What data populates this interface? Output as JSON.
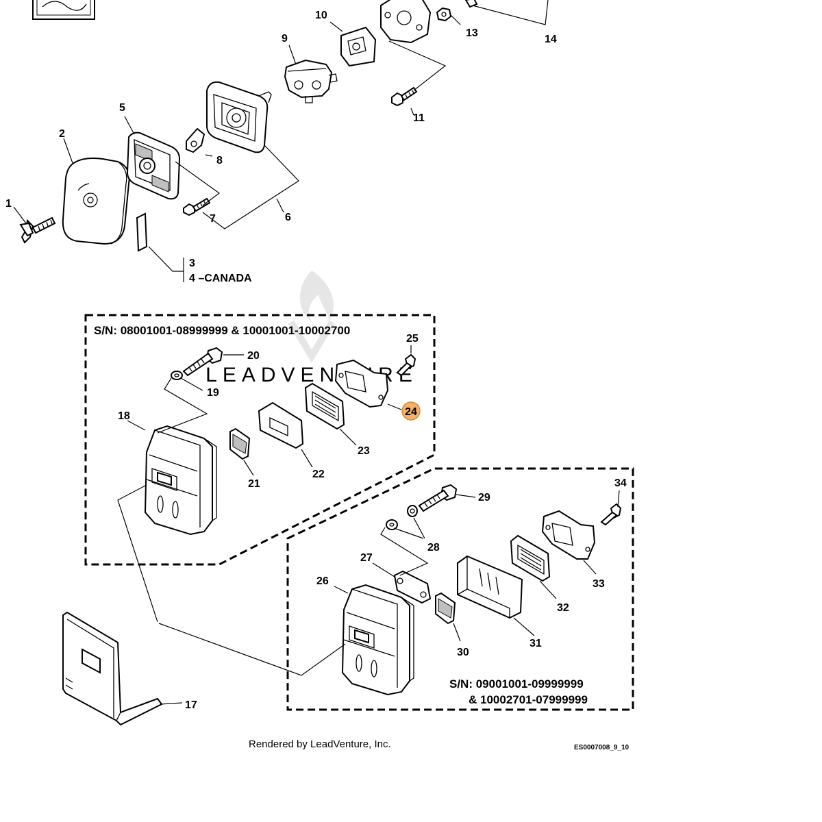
{
  "callouts": {
    "c1": "1",
    "c2": "2",
    "c3": "3",
    "c4": "4 –CANADA",
    "c5": "5",
    "c6": "6",
    "c7": "7",
    "c8": "8",
    "c9": "9",
    "c10": "10",
    "c11": "11",
    "c13": "13",
    "c14": "14",
    "c17": "17",
    "c18": "18",
    "c19": "19",
    "c20": "20",
    "c21": "21",
    "c22": "22",
    "c23": "23",
    "c24": "24",
    "c25": "25",
    "c26": "26",
    "c27": "27",
    "c28": "28",
    "c29": "29",
    "c30": "30",
    "c31": "31",
    "c32": "32",
    "c33": "33",
    "c34": "34"
  },
  "highlighted_callout": "24",
  "highlight_color": "#f4b26b",
  "serial_box_1": {
    "label": "S/N: 08001001-08999999 & 10001001-10002700"
  },
  "serial_box_2": {
    "line1": "S/N: 09001001-09999999",
    "line2": "& 10002701-07999999"
  },
  "watermark": "LEADVENTURE",
  "footer": {
    "credit": "Rendered by LeadVenture, Inc.",
    "diagram_code": "ES0007008_9_10"
  }
}
